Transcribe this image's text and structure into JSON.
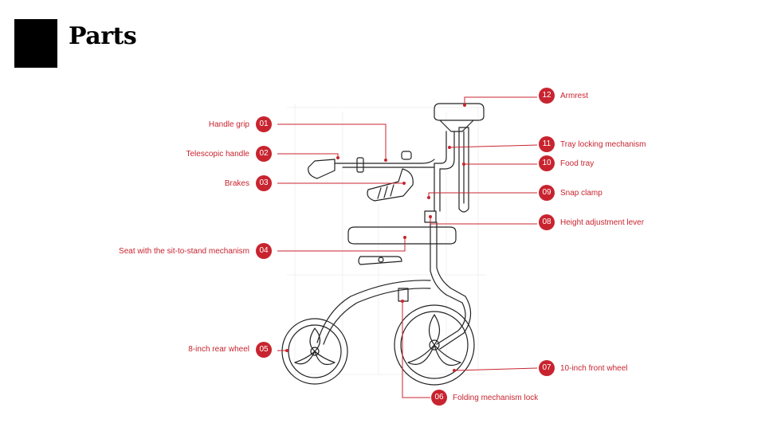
{
  "header": {
    "title": "Parts"
  },
  "accent_color": "#c8242f",
  "parts": [
    {
      "num": "01",
      "label": "Handle grip"
    },
    {
      "num": "02",
      "label": "Telescopic handle"
    },
    {
      "num": "03",
      "label": "Brakes"
    },
    {
      "num": "04",
      "label": "Seat with the sit-to-stand mechanism"
    },
    {
      "num": "05",
      "label": "8-inch rear wheel"
    },
    {
      "num": "06",
      "label": "Folding mechanism lock"
    },
    {
      "num": "07",
      "label": "10-inch front wheel"
    },
    {
      "num": "08",
      "label": "Height adjustment lever"
    },
    {
      "num": "09",
      "label": "Snap clamp"
    },
    {
      "num": "10",
      "label": "Food tray"
    },
    {
      "num": "11",
      "label": "Tray locking mechanism"
    },
    {
      "num": "12",
      "label": "Armrest"
    }
  ]
}
